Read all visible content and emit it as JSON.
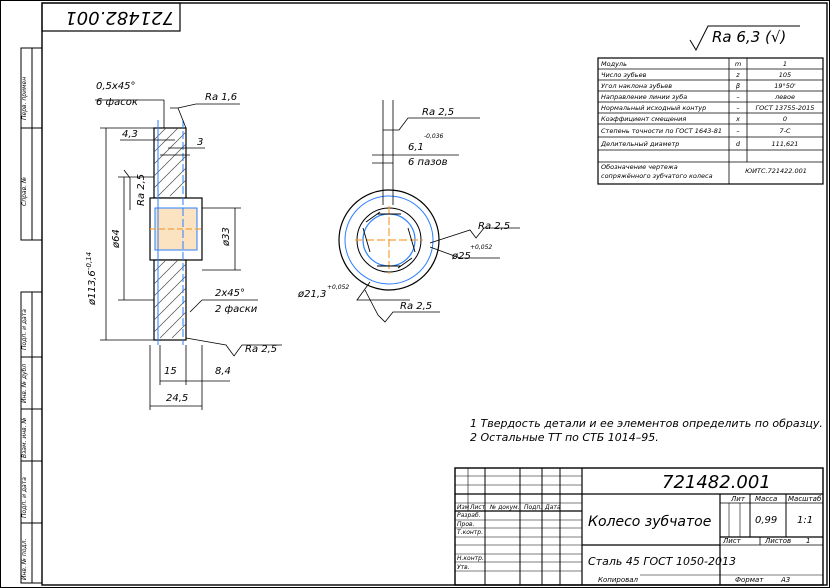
{
  "stamp_flipped": "721482.001",
  "roughness_general": "Ra 6,3 (√)",
  "side_labels": [
    "Перв. примен",
    "Справ. №",
    "Подп. и дата",
    "Инв. № дубл",
    "Взам. инв. №",
    "Подп. и дата",
    "Инв. № подл."
  ],
  "left_view": {
    "chamfer_top": "0,5x45°",
    "chamfer_top_note": "6 фасок",
    "ra_top": "Ra 1,6",
    "dim_43": "4,3",
    "dim_3": "3",
    "ra_25_vertical": "Ra 2,5",
    "dim_d64": "ø64",
    "dim_d33": "ø33",
    "dim_d1136": "ø113,6",
    "dim_d1136_tol": "-0,14",
    "chamfer_bottom": "2x45°",
    "chamfer_bottom_note": "2 фаски",
    "ra_bottom": "Ra 2,5",
    "dim_15": "15",
    "dim_84": "8,4",
    "dim_245": "24,5"
  },
  "right_view": {
    "ra_top": "Ra 2,5",
    "slot_width": "6,1",
    "slot_tol": "-0,036",
    "slot_note": "6 пазов",
    "ra_mid": "Ra 2,5",
    "dim_d25": "ø25",
    "dim_d25_tol": "+0,052",
    "dim_d213": "ø21,3",
    "dim_d213_tol": "+0,052",
    "ra_bottom": "Ra 2,5"
  },
  "params_table": [
    {
      "name": "Модуль",
      "sym": "m",
      "val": "1"
    },
    {
      "name": "Число зубьев",
      "sym": "z",
      "val": "105"
    },
    {
      "name": "Угол наклона зубьев",
      "sym": "β",
      "val": "19°50'"
    },
    {
      "name": "Направление линии зуба",
      "sym": "–",
      "val": "левое"
    },
    {
      "name": "Нормальный исходный контур",
      "sym": "–",
      "val": "ГОСТ 13755-2015"
    },
    {
      "name": "Коэффициент смещения",
      "sym": "x",
      "val": "0"
    },
    {
      "name": "Степень точности по ГОСТ 1643-81",
      "sym": "–",
      "val": "7-С"
    },
    {
      "name": "Делительный диаметр",
      "sym": "d",
      "val": "111,621"
    },
    {
      "name": "Обозначение чертежа сопряжённого зубчатого колеса",
      "sym": "",
      "val": "ЮИТС.721422.001"
    }
  ],
  "notes": [
    "1 Твердость детали и ее элементов определить по образцу.",
    "2 Остальные ТТ по СТБ 1014–95."
  ],
  "title_block": {
    "designation": "721482.001",
    "part_name": "Колесо зубчатое",
    "material": "Сталь 45 ГОСТ 1050-2013",
    "lit_label": "Лит",
    "mass_label": "Масса",
    "scale_label": "Масштаб",
    "mass": "0,99",
    "scale": "1:1",
    "sheet_label": "Лист",
    "sheets_label": "Листов",
    "sheets": "1",
    "col_izm": "Изм",
    "col_list": "Лист",
    "col_doc": "№ докум.",
    "col_sign": "Подп.",
    "col_date": "Дата",
    "role_dev": "Разраб.",
    "role_check": "Пров.",
    "role_tcontrol": "Т.контр.",
    "role_ncontrol": "Н.контр.",
    "role_approve": "Утв.",
    "copied": "Копировал",
    "format_label": "Формат",
    "format": "А3"
  },
  "colors": {
    "line": "#000000",
    "axis": "#2a7fff",
    "hatch": "#444444",
    "fill": "#f3a23c"
  }
}
